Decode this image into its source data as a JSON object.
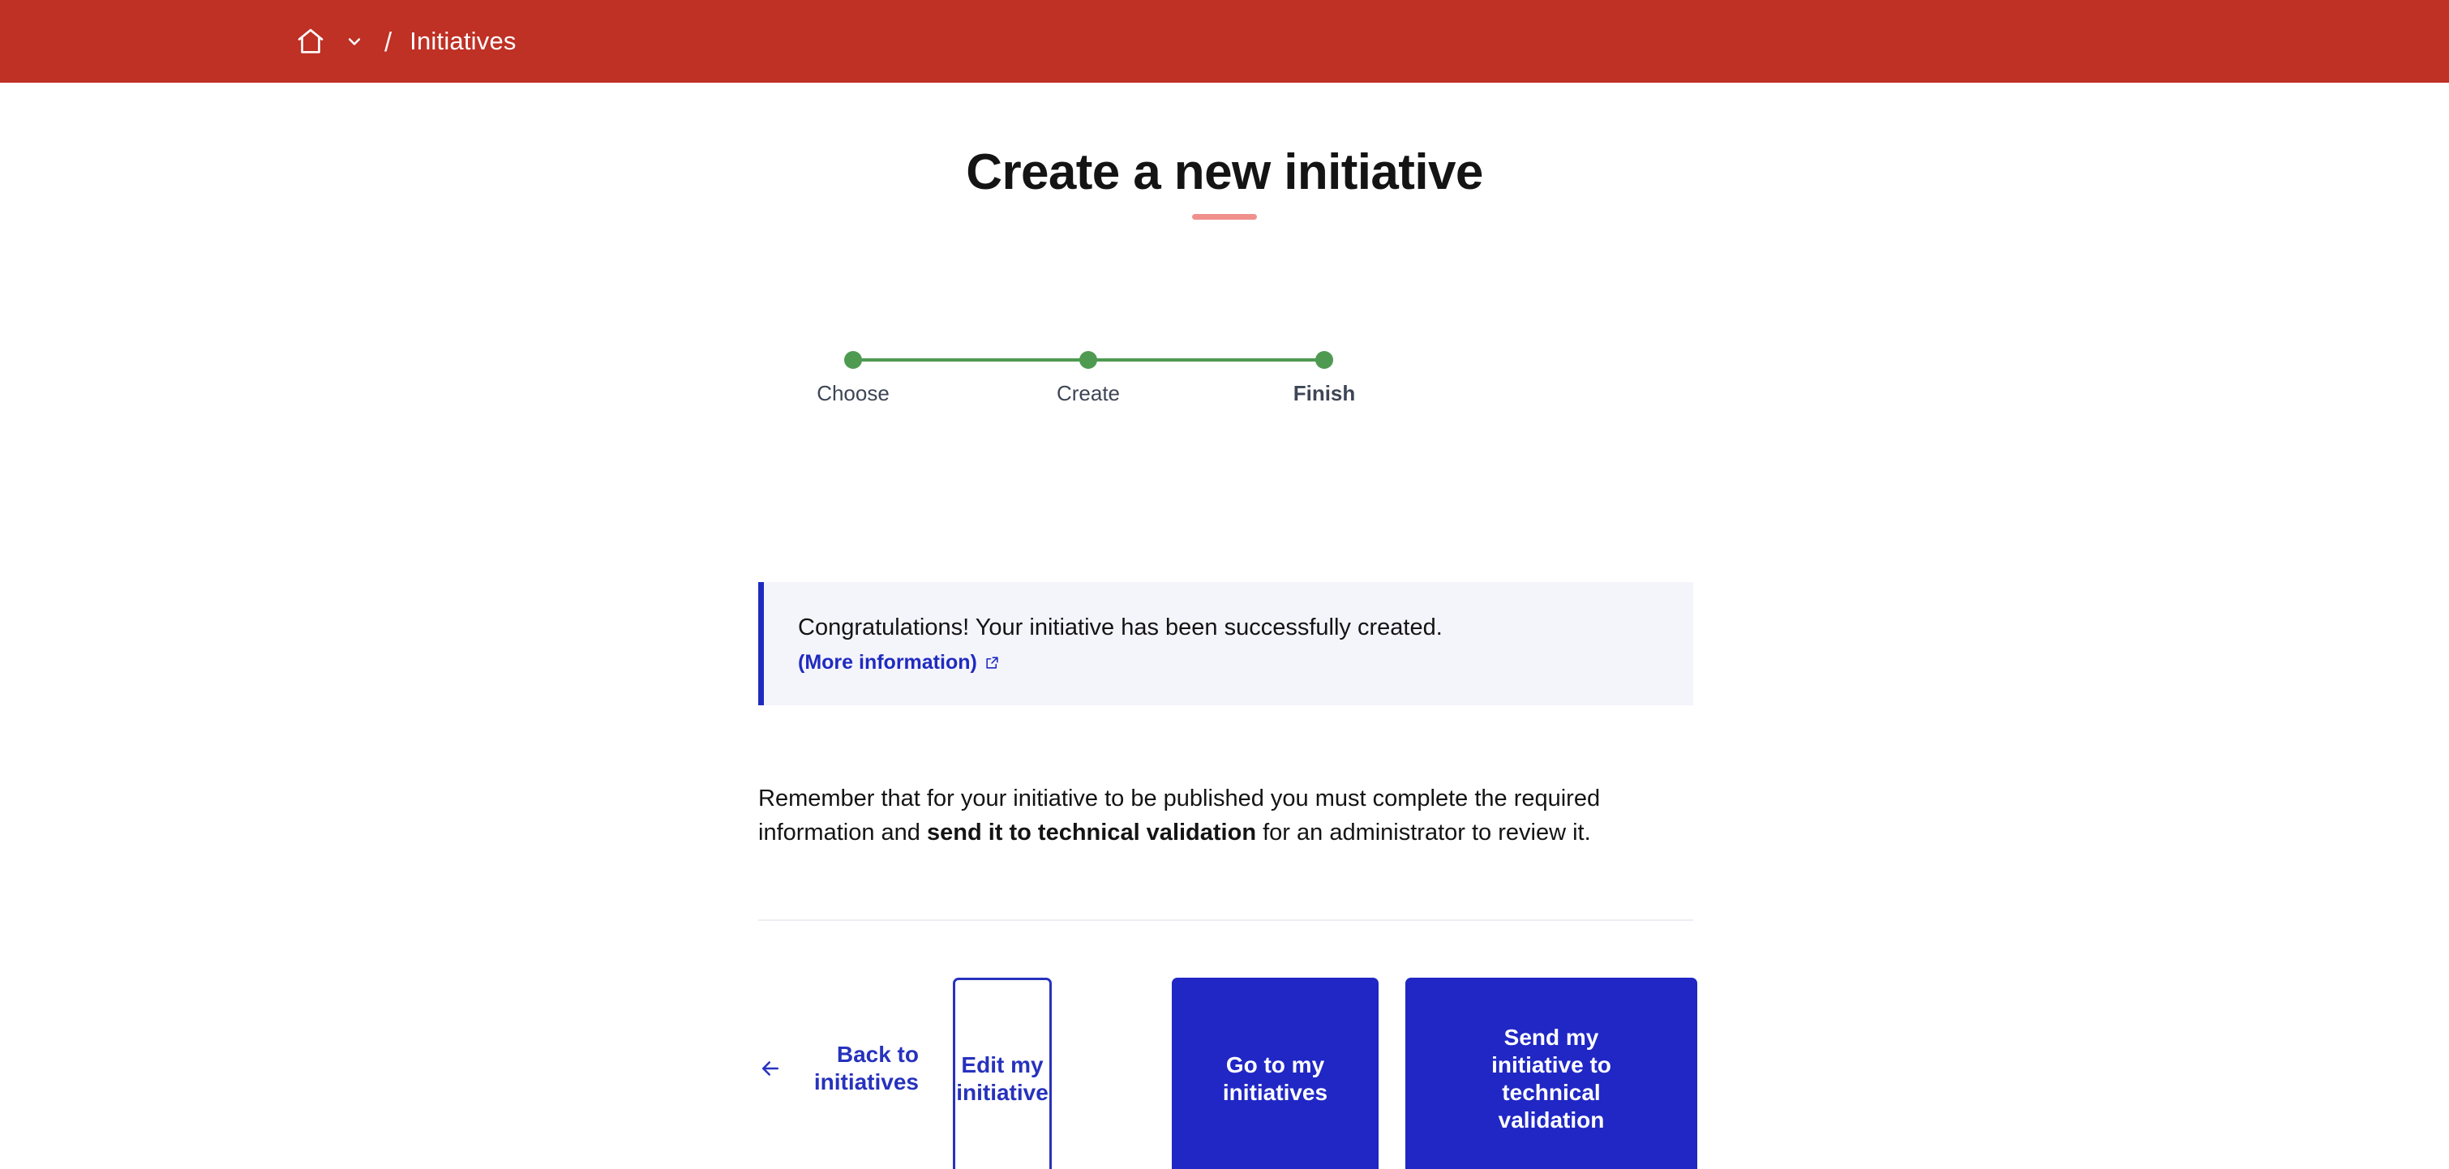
{
  "header": {
    "home_icon": "home-icon",
    "dropdown_icon": "chevron-down-icon",
    "separator": "/",
    "current": "Initiatives"
  },
  "title": {
    "text": "Create a new initiative",
    "accent_color": "#f0908c"
  },
  "stepper": {
    "steps": [
      {
        "label": "Choose",
        "state": "done"
      },
      {
        "label": "Create",
        "state": "done"
      },
      {
        "label": "Finish",
        "state": "active"
      }
    ],
    "color": "#4e9a51"
  },
  "callout": {
    "message": "Congratulations! Your initiative has been successfully created.",
    "link_label": "(More information)",
    "link_icon": "external-link-icon",
    "accent_color": "#1f2bc0",
    "background_color": "#f4f4fb"
  },
  "paragraph": {
    "part1": "Remember that for your initiative to be published you must complete the required information and ",
    "bold": "send it to technical validation",
    "part2": " for an administrator to review it."
  },
  "actions": {
    "back": {
      "icon": "arrow-left-icon",
      "label": "Back to initiatives"
    },
    "edit": {
      "label": "Edit my\ninitiative"
    },
    "go": {
      "label": "Go to my\ninitiatives"
    },
    "send": {
      "label": "Send my\ninitiative to\ntechnical\nvalidation"
    },
    "primary_color": "#2027c4",
    "outline_color": "#2732bd"
  }
}
